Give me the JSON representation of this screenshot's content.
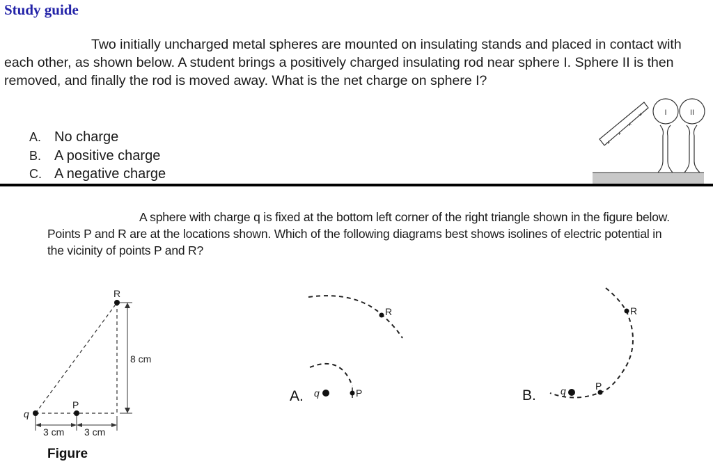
{
  "header": {
    "title": "Study guide"
  },
  "question1": {
    "text": "Two initially uncharged metal spheres are mounted on insulating stands and placed in contact with each other, as shown below. A student brings a positively charged insulating rod near sphere I. Sphere II is then removed, and finally the rod is moved away. What is the net charge on sphere I?",
    "options": [
      {
        "letter": "A.",
        "label": "No charge"
      },
      {
        "letter": "B.",
        "label": "A positive charge"
      },
      {
        "letter": "C.",
        "label": "A negative charge"
      }
    ],
    "figure": {
      "sphere_labels": [
        "I",
        "II"
      ],
      "rod_charge_symbol": "+",
      "rod_charges": 4,
      "ground_color": "#c8c8c8"
    }
  },
  "question2": {
    "text": "A sphere with charge q is fixed at the bottom left corner of the right triangle shown in the figure below. Points P and R are at the locations shown.  Which of the following diagrams best shows isolines of electric potential in the vicinity of points P and R?",
    "figure": {
      "caption": "Figure",
      "charge_label": "q",
      "point_p": "P",
      "point_r": "R",
      "dim_vertical": "8 cm",
      "dim_left": "3 cm",
      "dim_right": "3 cm"
    },
    "choices": [
      {
        "letter": "A.",
        "charge_label": "q",
        "p_label": "P",
        "r_label": "R"
      },
      {
        "letter": "B.",
        "charge_label": "q",
        "p_label": "P",
        "r_label": "R"
      }
    ]
  }
}
